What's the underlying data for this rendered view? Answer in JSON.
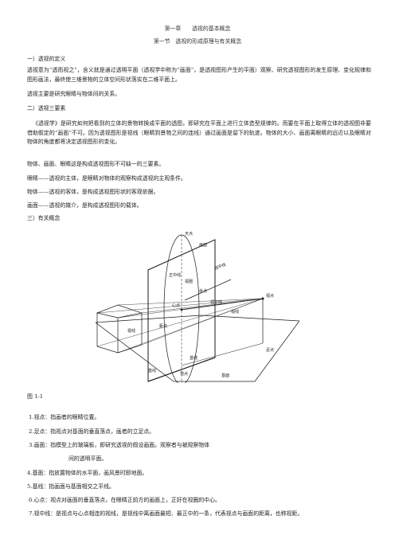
{
  "doc": {
    "chapter_title": "第一章　　透视的基本概念",
    "section_title": "第一节　透视的形成原理与有关概念",
    "h1": "一）透视的定义",
    "p1": "透视意为“透而视之”，含义就是通过透明平面（透视学中称为“画面”，是透视图形产生的平面）观察、研究透视图形的发生原理、变化规律和图形画法，最终使三维景物的立体空间形状落实在二维平面上。",
    "p2": "透视主要是研究眼睛与物体间的关系。",
    "h2": "二）透视三要素",
    "p3": "《透视学》是研究如何把看到的立体的景物转换成平面的透图，即研究在平面上进行立体造型规律的。而要在平面上取得立体的透视图非要借助假定的“画面”不可。因为透视图形是视线（眼睛到景物之间的连线）通过画面是留下的轨迹。物体的大小、画面离眼睛的远近以及眼睛对物体的角度都将决定透视图形的变化。",
    "p4": "物体、画面、眼睛这是构成透视图形不可缺一的三要素。",
    "p5": "眼睛——透视的主体，是眼睛对物体的观察构成透视的主观条件。",
    "p6": "物体——透视的客体，是构成透视图形状的客观依据。",
    "p7": "画面——透视的媒介，是构成透视图形的载体。",
    "h3": "三）有关概念",
    "fig_caption": "图 1-1",
    "items": [
      "1.视点：指画者的眼睛位置。",
      "2.足点：指视点对基面的垂直落点，画者的立足点。",
      "3.画面：指模型上的玻璃板，即研究透视的假设画面。观察者与被观察物体",
      "间的透明平面。",
      "4.基面：指放置物体的水平面，画风景时即地面。",
      "5.基线：指画面与基面相交之平线。",
      "6.心点：视点对画面的垂直落点，在眼睛正前方的画面上，正好在视圈的中心。",
      "7.视中线：是视点与心点相连的视线，是视线中离画面最短、最正中的一条，代表视点与画面的距离，也称视距。"
    ]
  },
  "diagram_labels": {
    "tiandian": "天点",
    "huamian": "画面",
    "shipingxian": "视平线",
    "zhengzhongxian": "正中线",
    "shiquan": "视圈",
    "yuandian": "余点",
    "xindian": "心点",
    "shizhongxian": "视中线",
    "shidian": "视点",
    "shixian1": "视线",
    "judian": "距点",
    "shixian2": "视线",
    "jixian": "基线",
    "zudian": "足点",
    "didian": "地点",
    "jimian": "基面",
    "jixian2": "基线"
  },
  "colors": {
    "text": "#222222",
    "line": "#1a1a1a"
  }
}
